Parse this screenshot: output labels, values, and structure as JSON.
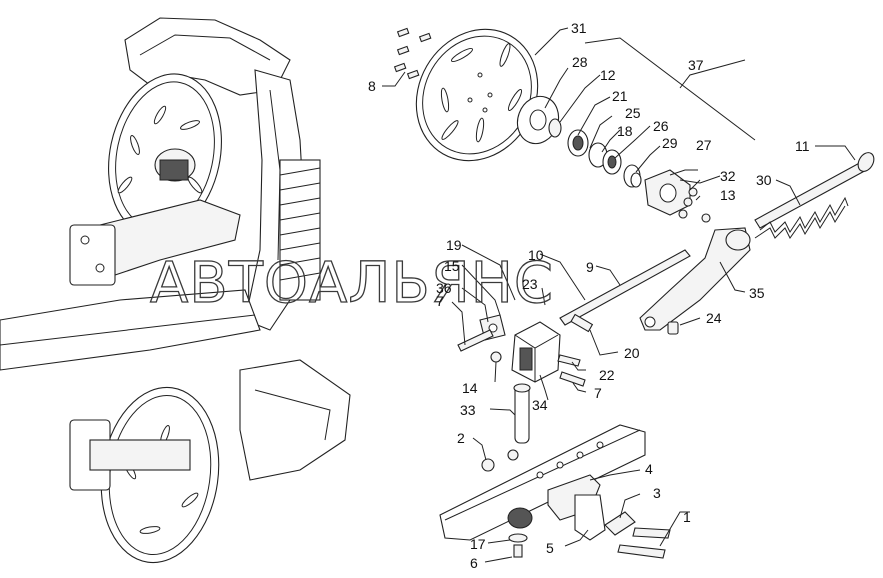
{
  "watermark": "АВТОАЛЬЯНС",
  "callouts": [
    {
      "id": "c1",
      "text": "1"
    },
    {
      "id": "c2",
      "text": "2"
    },
    {
      "id": "c3",
      "text": "3"
    },
    {
      "id": "c4",
      "text": "4"
    },
    {
      "id": "c5",
      "text": "5"
    },
    {
      "id": "c6",
      "text": "6"
    },
    {
      "id": "c7a",
      "text": "7"
    },
    {
      "id": "c7b",
      "text": "7"
    },
    {
      "id": "c8",
      "text": "8"
    },
    {
      "id": "c9",
      "text": "9"
    },
    {
      "id": "c10",
      "text": "10"
    },
    {
      "id": "c11",
      "text": "11"
    },
    {
      "id": "c12",
      "text": "12"
    },
    {
      "id": "c13",
      "text": "13"
    },
    {
      "id": "c14",
      "text": "14"
    },
    {
      "id": "c15",
      "text": "15"
    },
    {
      "id": "c17",
      "text": "17"
    },
    {
      "id": "c18",
      "text": "18"
    },
    {
      "id": "c19",
      "text": "19"
    },
    {
      "id": "c20",
      "text": "20"
    },
    {
      "id": "c21",
      "text": "21"
    },
    {
      "id": "c22",
      "text": "22"
    },
    {
      "id": "c23",
      "text": "23"
    },
    {
      "id": "c24",
      "text": "24"
    },
    {
      "id": "c25",
      "text": "25"
    },
    {
      "id": "c26",
      "text": "26"
    },
    {
      "id": "c27",
      "text": "27"
    },
    {
      "id": "c28",
      "text": "28"
    },
    {
      "id": "c29",
      "text": "29"
    },
    {
      "id": "c30",
      "text": "30"
    },
    {
      "id": "c31",
      "text": "31"
    },
    {
      "id": "c32",
      "text": "32"
    },
    {
      "id": "c33",
      "text": "33"
    },
    {
      "id": "c34",
      "text": "34"
    },
    {
      "id": "c35",
      "text": "35"
    },
    {
      "id": "c36",
      "text": "36"
    },
    {
      "id": "c37",
      "text": "37"
    }
  ]
}
